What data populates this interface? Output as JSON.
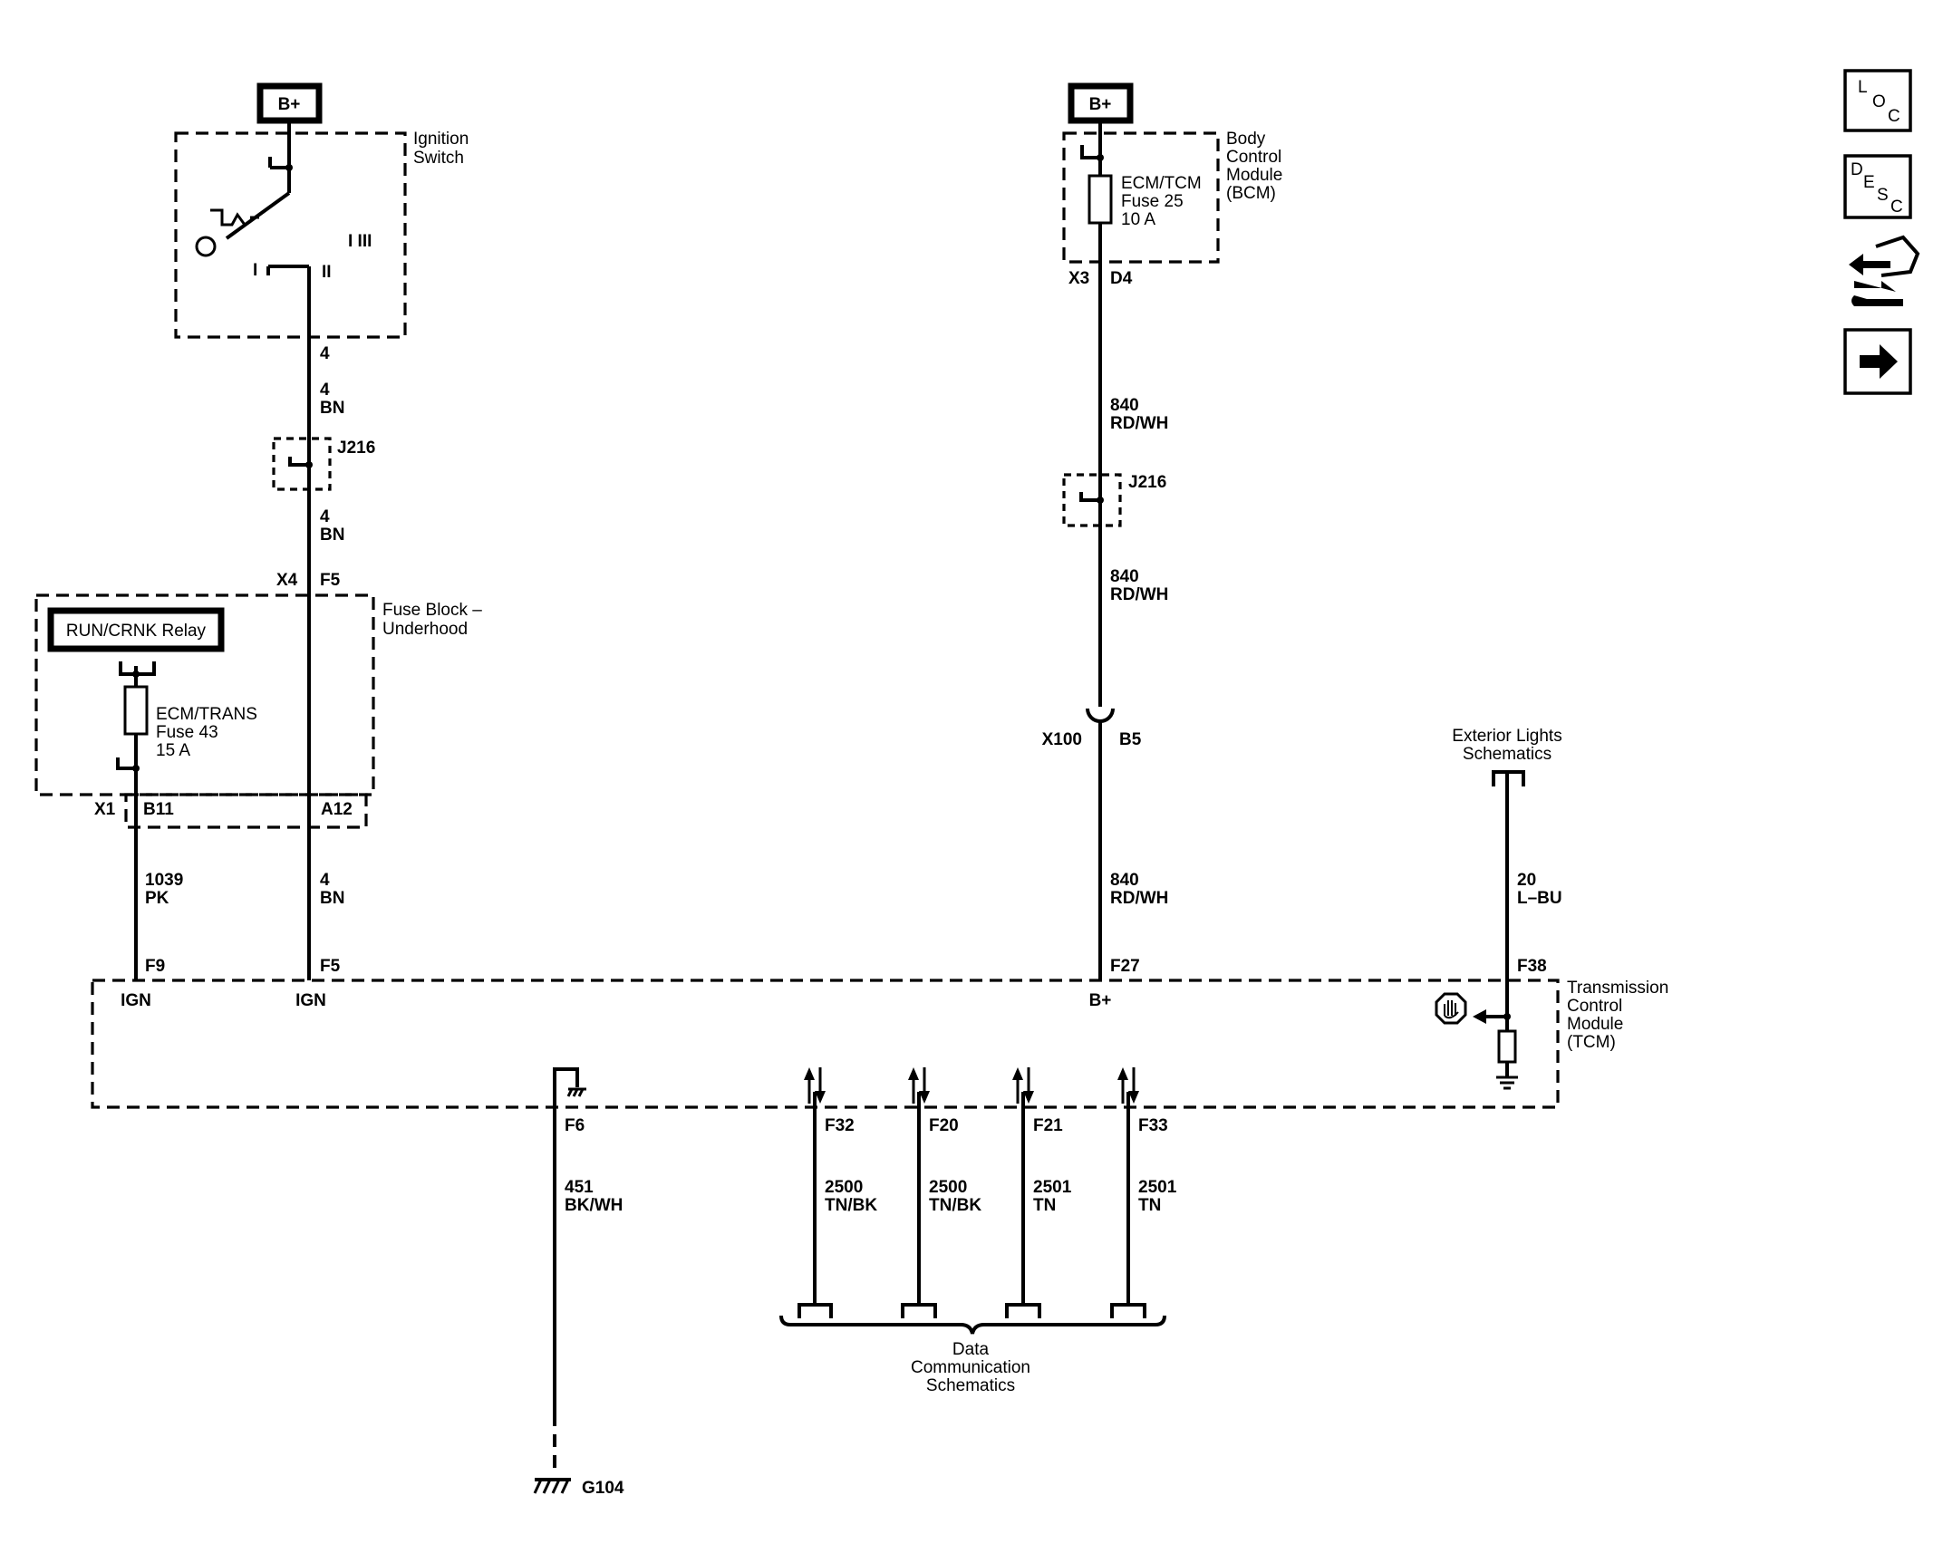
{
  "sources": {
    "left_b_plus": "B+",
    "right_b_plus": "B+"
  },
  "ignition_switch": {
    "label_line1": "Ignition",
    "label_line2": "Switch",
    "pos_1": "I",
    "pos_2": "II",
    "pos_3": "I III",
    "terminal": "4"
  },
  "bcm": {
    "label_lines": [
      "Body",
      "Control",
      "Module",
      "(BCM)"
    ],
    "fuse_lines": [
      "ECM/TCM",
      "Fuse 25",
      "10 A"
    ],
    "connector": "X3",
    "pin": "D4"
  },
  "fuse_block": {
    "label_line1": "Fuse Block –",
    "label_line2": "Underhood",
    "relay": "RUN/CRNK Relay",
    "fuse_lines": [
      "ECM/TRANS",
      "Fuse 43",
      "15 A"
    ],
    "top_connector": "X4",
    "top_pin": "F5",
    "bottom_connector": "X1",
    "pin_b11": "B11",
    "pin_a12": "A12"
  },
  "wires": {
    "w4_upper": {
      "circuit": "4",
      "color": "BN"
    },
    "w4_mid": {
      "circuit": "4",
      "color": "BN"
    },
    "w4_lower": {
      "circuit": "4",
      "color": "BN"
    },
    "w1039": {
      "circuit": "1039",
      "color": "PK"
    },
    "w840_upper": {
      "circuit": "840",
      "color": "RD/WH"
    },
    "w840_mid": {
      "circuit": "840",
      "color": "RD/WH"
    },
    "w840_lower": {
      "circuit": "840",
      "color": "RD/WH"
    },
    "w20": {
      "circuit": "20",
      "color": "L–BU"
    },
    "w451": {
      "circuit": "451",
      "color": "BK/WH"
    },
    "w2500a": {
      "circuit": "2500",
      "color": "TN/BK"
    },
    "w2500b": {
      "circuit": "2500",
      "color": "TN/BK"
    },
    "w2501a": {
      "circuit": "2501",
      "color": "TN"
    },
    "w2501b": {
      "circuit": "2501",
      "color": "TN"
    }
  },
  "splices": {
    "left": "J216",
    "right": "J216"
  },
  "inline_connector": {
    "name": "X100",
    "pin": "B5"
  },
  "exterior_lights": {
    "line1": "Exterior Lights",
    "line2": "Schematics"
  },
  "tcm": {
    "label_lines": [
      "Transmission",
      "Control",
      "Module",
      "(TCM)"
    ],
    "pin_f9": "F9",
    "pin_f5": "F5",
    "pin_f27": "F27",
    "pin_f38": "F38",
    "ign1": "IGN",
    "ign2": "IGN",
    "bplus": "B+",
    "pin_f6": "F6",
    "pin_f32": "F32",
    "pin_f20": "F20",
    "pin_f21": "F21",
    "pin_f33": "F33"
  },
  "data_comm": {
    "lines": [
      "Data",
      "Communication",
      "Schematics"
    ]
  },
  "ground": {
    "label": "G104"
  },
  "nav_icons": {
    "loc": [
      "L",
      "O",
      "C"
    ],
    "desc": [
      "D",
      "E",
      "S",
      "C"
    ],
    "items": [
      "loc-icon",
      "desc-icon",
      "component-connector-icon",
      "next-arrow-icon"
    ]
  }
}
